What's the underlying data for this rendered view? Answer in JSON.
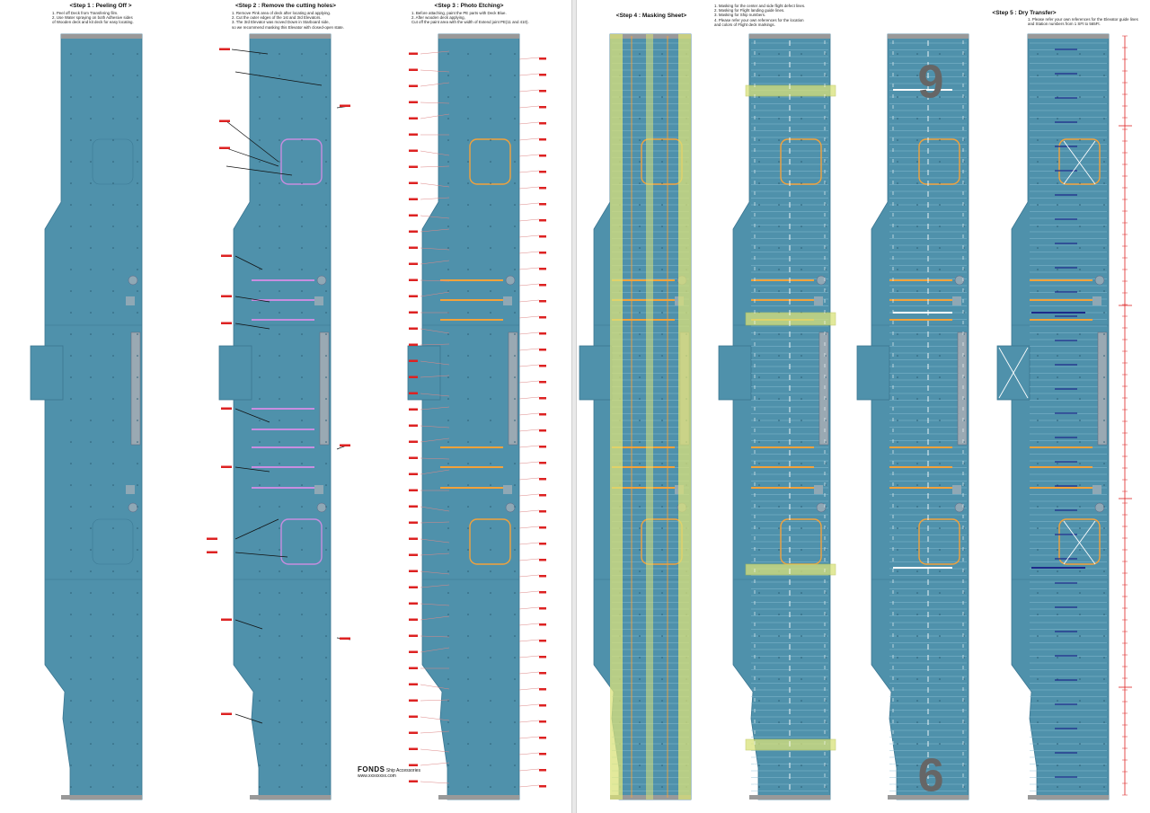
{
  "sheets": [
    {
      "steps": [
        {
          "title": "<Step 1 : Peeling Off >",
          "notes": [
            "1. Peel off Deck from Transfering film.",
            "2. Use Water spraying on both Adhesive sides",
            "of Wooden deck and kit deck for easy locating."
          ]
        },
        {
          "title": "<Step 2 : Remove the cutting holes>",
          "notes": [
            "1. Remove Pink area of deck after locating and applying.",
            "2. Cut the outer edges of the 1st and 3rd Elevators.",
            "3. The 3rd Elevator was moved Down in Starboard side,",
            "so we recommend masking this Elevator with closed-open state."
          ]
        },
        {
          "title": "<Step 3 : Photo Etching>",
          "notes": [
            "1. Before attaching, paint the PE parts with Deck Blue.",
            "",
            "2. After wooden deck applying,",
            "Cut off the paint area with the width of Extend joint PE(11 and 410)."
          ]
        }
      ],
      "logo": {
        "brand": "FONDS",
        "tag": "Ship Accessories",
        "line": "www.xxxxxxxx.com"
      }
    },
    {
      "steps": [
        {
          "title": "<Step 4 : Masking Sheet>",
          "notes": []
        },
        {
          "title": "",
          "notes": [
            "1. Masking for the center and side flight defect lines.",
            "2. Masking for Flight landing guide lines.",
            "",
            "3. Masking for Ship numbers.",
            "4. Please refer your own references for the location",
            "and colors of Flight deck markings."
          ]
        },
        {
          "title": "",
          "notes": []
        },
        {
          "title": "<Step 5 : Dry Transfer>",
          "notes": [
            "1. Please refer your own references for the Elevator guide lines",
            "and Station numbers from 1 SFt to 565Ft."
          ]
        }
      ]
    }
  ],
  "ship_number": "9",
  "colors": {
    "deck_blue": "#4f91ab",
    "deck_edge": "#3b7591",
    "plank_line": "#8dc0d5",
    "cut_pink": "#c88de0",
    "pe_orange": "#f3a23a",
    "mask_yellow": "#d9e27a",
    "callout_red": "#dd2222",
    "number_grey": "#666666",
    "transfer_navy": "#1d2a8a",
    "guide_white": "#ffffff"
  }
}
